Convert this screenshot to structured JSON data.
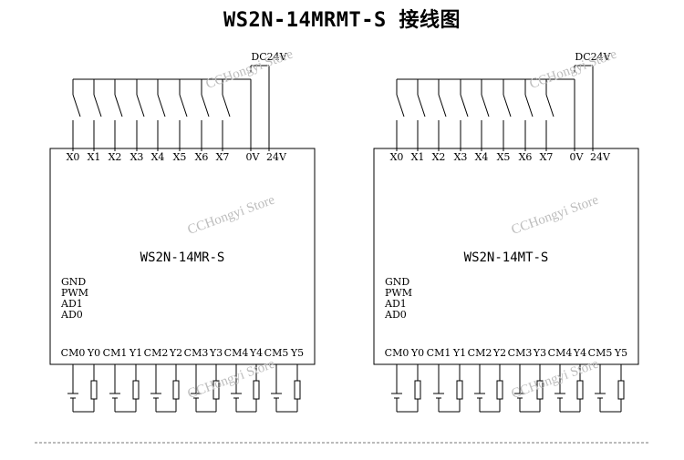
{
  "title": "WS2N-14MRMT-S 接线图",
  "watermark": "CCHongyi Store",
  "supply_label": "DC24V",
  "input_terminals": [
    "X0",
    "X1",
    "X2",
    "X3",
    "X4",
    "X5",
    "X6",
    "X7",
    "0V",
    "24V"
  ],
  "side_terminals": [
    "GND",
    "PWM",
    "AD1",
    "AD0"
  ],
  "output_terminals": [
    "CM0",
    "Y0",
    "CM1",
    "Y1",
    "CM2",
    "Y2",
    "CM3",
    "Y3",
    "CM4",
    "Y4",
    "CM5",
    "Y5"
  ],
  "panels": [
    {
      "model": "WS2N-14MR-S"
    },
    {
      "model": "WS2N-14MT-S"
    }
  ]
}
